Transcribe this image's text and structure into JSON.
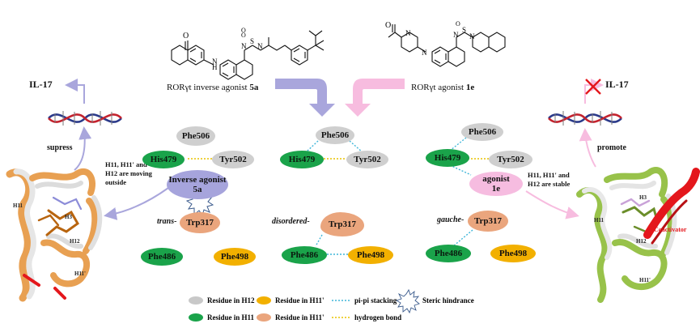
{
  "compounds": {
    "left": {
      "label": "RORγt inverse agonist",
      "id": "5a"
    },
    "right": {
      "label": "RORγt agonist",
      "id": "1e"
    }
  },
  "outcomes": {
    "left": {
      "target": "IL-17",
      "action": "supress",
      "note_lines": [
        "H11, H11' and",
        "H12 are moving",
        "outside"
      ]
    },
    "right": {
      "target": "IL-17",
      "action": "promote",
      "note_lines": [
        "H11, H11' and",
        "H12 are stable"
      ]
    }
  },
  "panels": {
    "left": {
      "conformation": "trans-",
      "ligand_lines": [
        "Inverse agonist",
        "5a"
      ],
      "residues": [
        "Phe506",
        "His479",
        "Tyr502",
        "Trp317",
        "Phe486",
        "Phe498"
      ]
    },
    "middle": {
      "conformation": "disordered-",
      "residues": [
        "Phe506",
        "His479",
        "Tyr502",
        "Trp317",
        "Phe486",
        "Phe498"
      ]
    },
    "right": {
      "conformation": "gauche-",
      "ligand_lines": [
        "agonist",
        "1e"
      ],
      "residues": [
        "Phe506",
        "His479",
        "Tyr502",
        "Trp317",
        "Phe486",
        "Phe498"
      ]
    }
  },
  "helix_labels": {
    "left": [
      "H11",
      "H3",
      "H12",
      "H11'"
    ],
    "right": [
      "H11",
      "H3",
      "H12",
      "H11'"
    ],
    "coactivator": "Coactivator"
  },
  "legend": {
    "items": [
      {
        "label": "Residue in H12",
        "color": "#c8c8c8",
        "kind": "ellipse"
      },
      {
        "label": "Residue in H11",
        "color": "#1aa34a",
        "kind": "ellipse"
      },
      {
        "label": "Residue in H11'",
        "color": "#f2b000",
        "kind": "ellipse"
      },
      {
        "label": "Residue in H11'",
        "color": "#eaa57d",
        "kind": "ellipse"
      },
      {
        "label": "pi-pi stacking",
        "color": "#3fb6d9",
        "kind": "dotted"
      },
      {
        "label": "hydrogen bond",
        "color": "#e8c400",
        "kind": "dotted"
      },
      {
        "label": "Steric hindrance",
        "color": "#5a7fb0",
        "kind": "star"
      }
    ]
  },
  "colors": {
    "h12": "#c8c8c8",
    "h11": "#1aa34a",
    "h11p_yellow": "#f2b000",
    "h11p_tan": "#eaa57d",
    "inverse_ligand": "#a6a4dc",
    "agonist_ligand": "#f6bce0",
    "pi_pi": "#3fb6d9",
    "hbond": "#e8c400",
    "coactivator": "#e4171c",
    "arrow_purple": "#a9a6dc",
    "arrow_pink": "#f7bcdf"
  }
}
